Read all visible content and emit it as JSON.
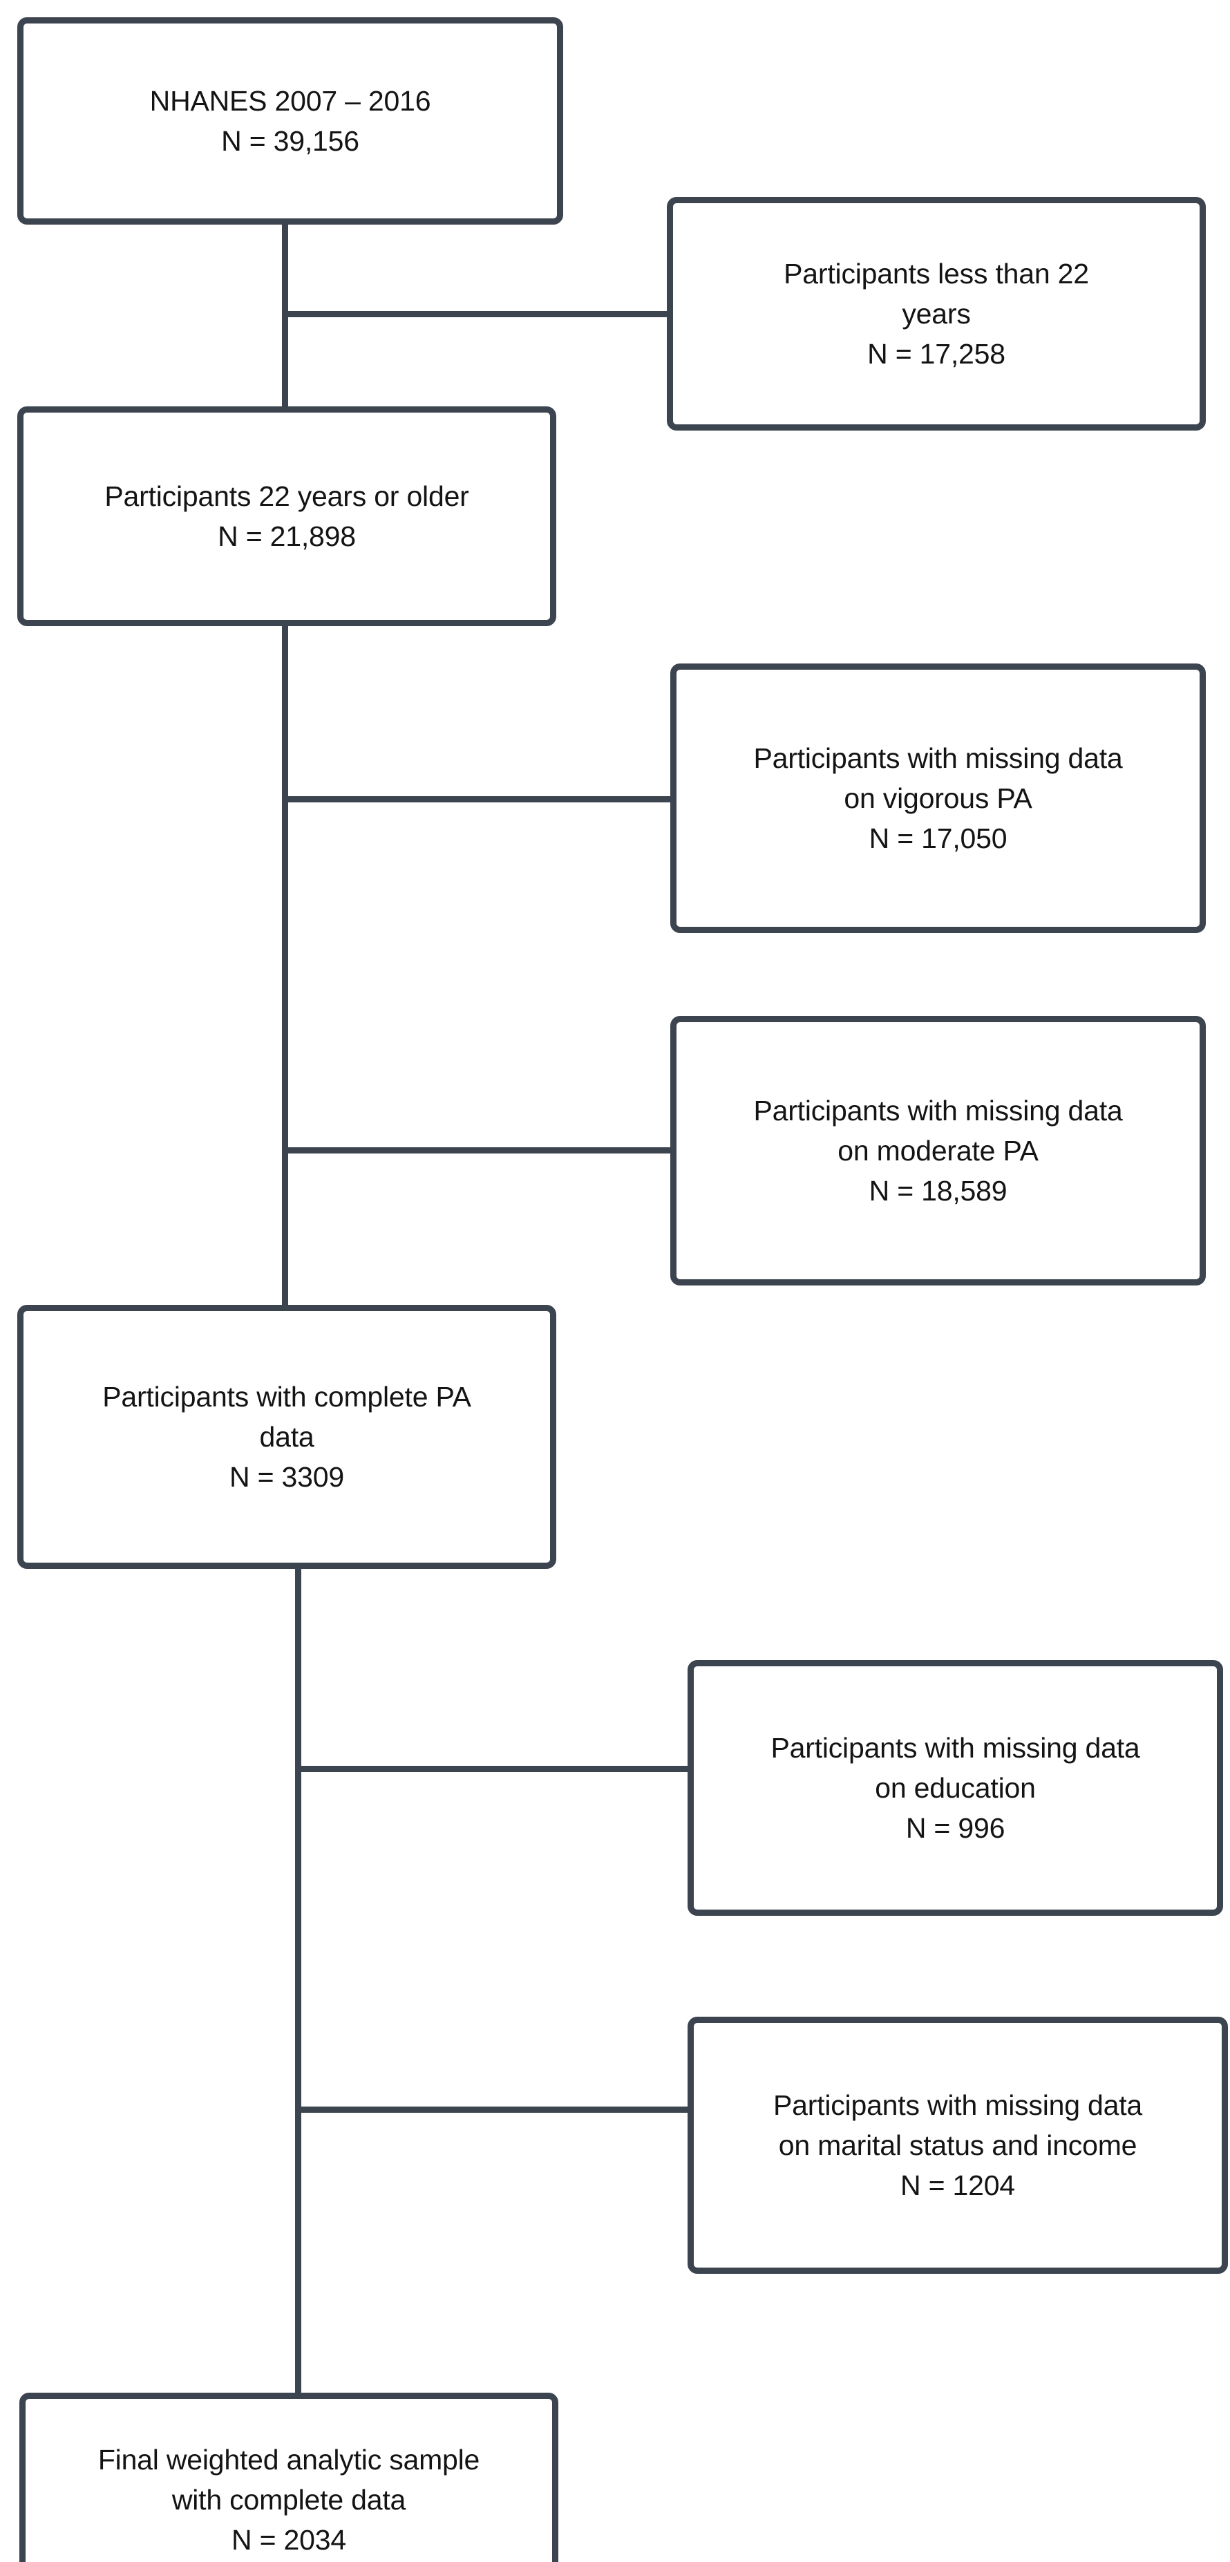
{
  "diagram": {
    "title": "NHANES participant selection flow",
    "stroke_color": "#3c4450",
    "text_color": "#141414",
    "background_color": "#ffffff",
    "nodes": [
      {
        "id": "source-cohort",
        "line1": "NHANES 2007 – 2016",
        "line2": "N = 39,156",
        "text": "NHANES 2007 – 2016\nN = 39,156",
        "n": "39,156"
      },
      {
        "id": "excluded-under-22",
        "line1": "Participants less than 22 years",
        "line2": "N = 17,258",
        "text": "Participants less than 22\nyears\nN = 17,258",
        "n": "17,258"
      },
      {
        "id": "included-22-or-older",
        "line1": "Participants 22 years or older",
        "line2": "N = 21,898",
        "text": "Participants 22 years or older\nN = 21,898",
        "n": "21,898"
      },
      {
        "id": "excluded-missing-vigorous-pa",
        "line1": "Participants with missing data on vigorous PA",
        "line2": "N = 17,050",
        "text": "Participants with missing data\non vigorous PA\nN = 17,050",
        "n": "17,050"
      },
      {
        "id": "excluded-missing-moderate-pa",
        "line1": "Participants with missing data on moderate PA",
        "line2": "N = 18,589",
        "text": "Participants with missing data\non moderate PA\nN = 18,589",
        "n": "18,589"
      },
      {
        "id": "included-complete-pa",
        "line1": "Participants with complete PA data",
        "line2": "N = 3309",
        "text": "Participants with complete PA\ndata\nN = 3309",
        "n": "3309"
      },
      {
        "id": "excluded-missing-education",
        "line1": "Participants with missing data on education",
        "line2": "N = 996",
        "text": "Participants with missing data\non education\nN = 996",
        "n": "996"
      },
      {
        "id": "excluded-missing-marital-income",
        "line1": "Participants with missing data on marital status and income",
        "line2": "N = 1204",
        "text": "Participants with missing data\non marital status and income\nN = 1204",
        "n": "1204"
      },
      {
        "id": "final-analytic-sample",
        "line1": "Final weighted analytic sample with complete data",
        "line2": "N = 2034",
        "text": "Final weighted analytic sample\nwith complete data\nN = 2034",
        "n": "2034"
      }
    ]
  }
}
